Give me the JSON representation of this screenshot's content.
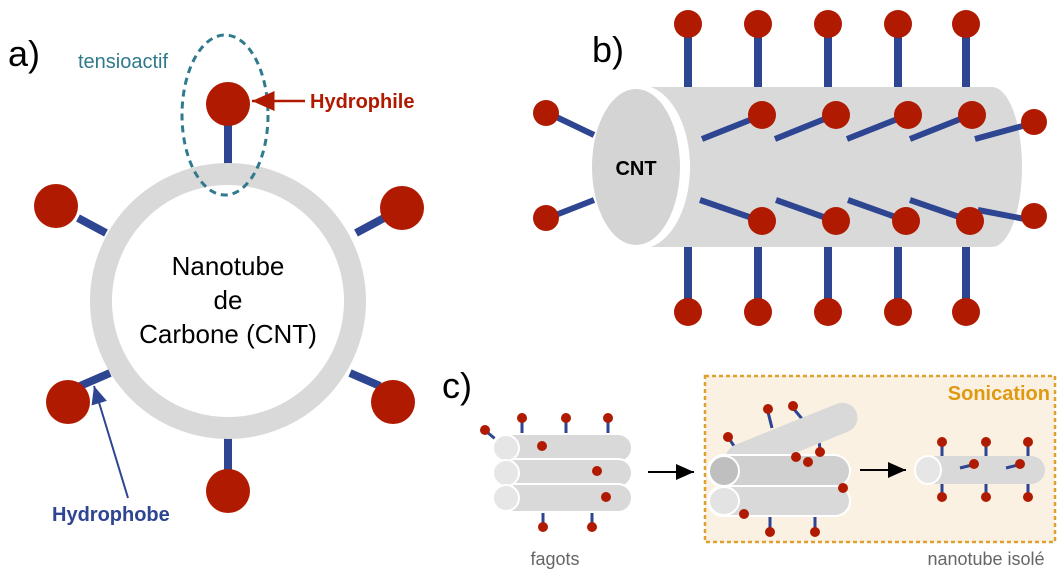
{
  "panels": {
    "a": {
      "label": "a)",
      "center_text": [
        "Nanotube",
        "de",
        "Carbone (CNT)"
      ],
      "surfactant_label": "tensioactif",
      "hydrophile_label": "Hydrophile",
      "hydrophobe_label": "Hydrophobe"
    },
    "b": {
      "label": "b)",
      "tube_label": "CNT"
    },
    "c": {
      "label": "c)",
      "sonication_label": "Sonication",
      "bundle_caption": "fagots",
      "isolated_caption": "nanotube isolé"
    }
  },
  "colors": {
    "head": "#b01a00",
    "tail": "#2e4592",
    "tube": "#d9d9d9",
    "tube_end": "#cccccc",
    "surfactant_outline": "#2f7a8c",
    "hydrophile_text": "#b01a00",
    "hydrophobe_text": "#2e4592",
    "sonication_text": "#e09a12",
    "sonication_bg": "#fbf1e2",
    "sonication_border": "#e0a030",
    "caption_text": "#666666"
  }
}
